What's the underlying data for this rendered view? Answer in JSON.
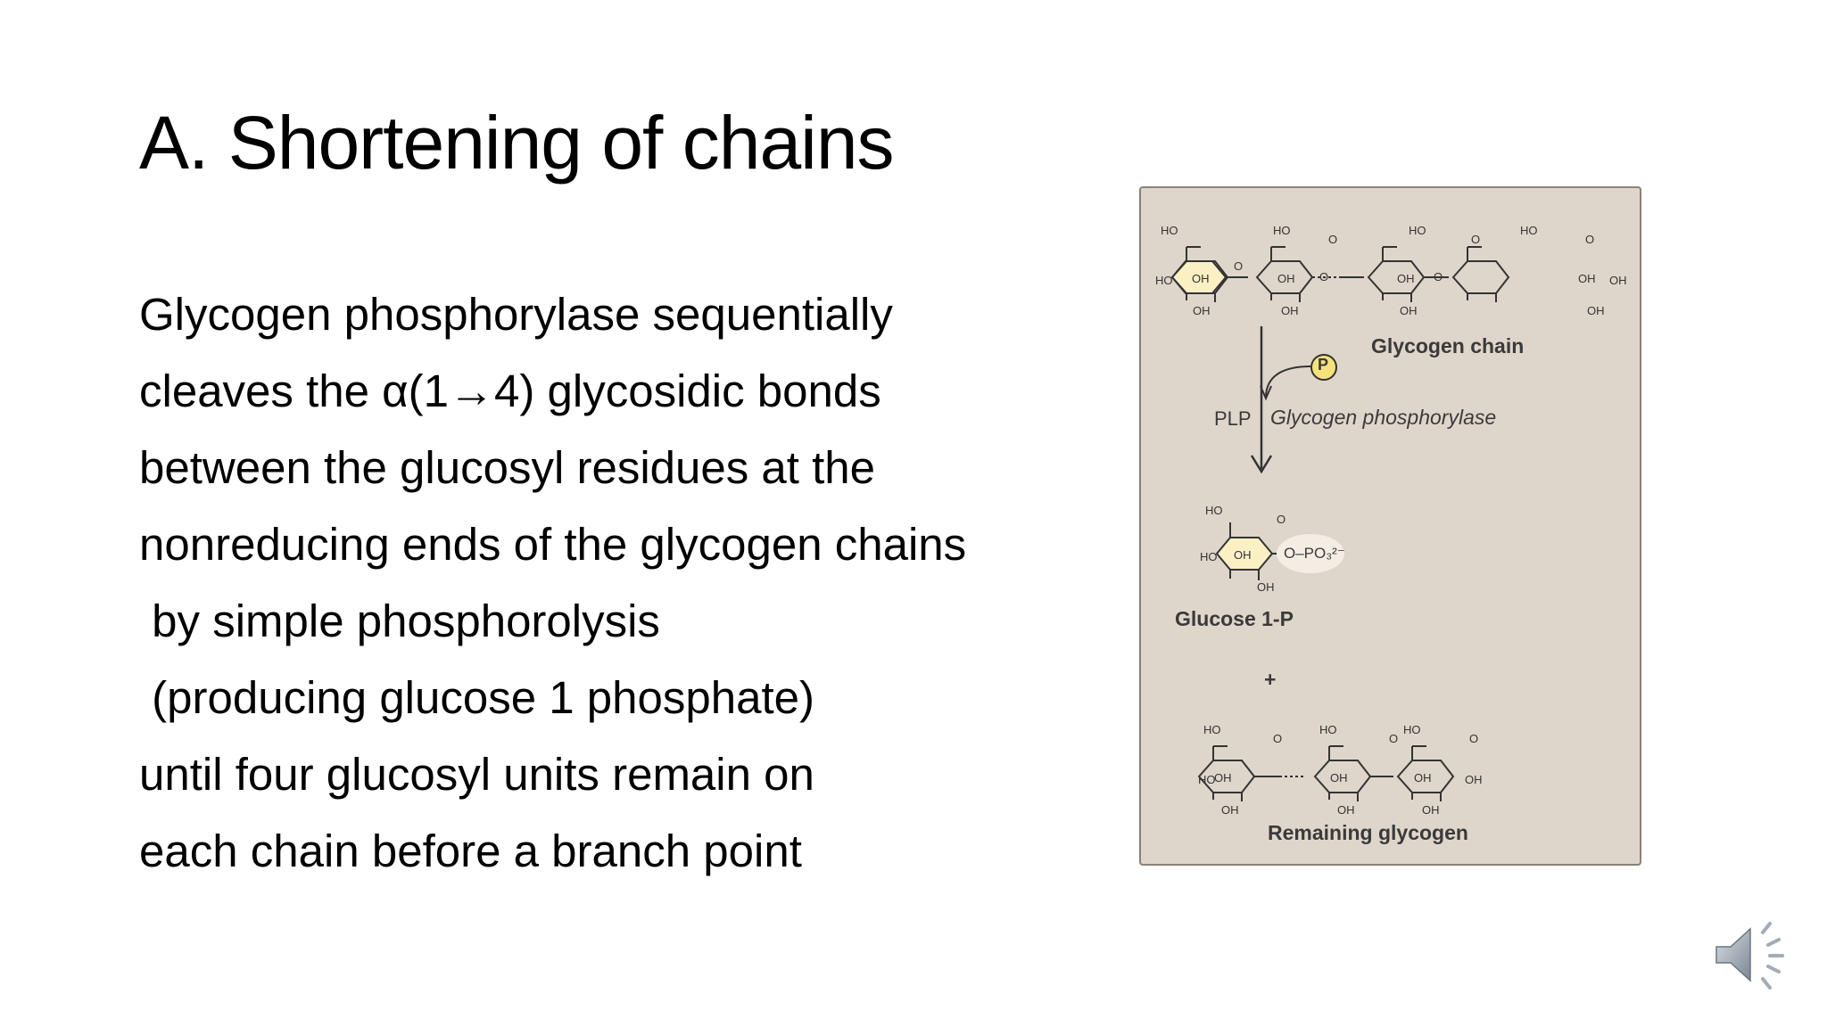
{
  "slide": {
    "title": "A. Shortening of chains",
    "body_lines": [
      "Glycogen phosphorylase sequentially",
      "cleaves the α(1→4) glycosidic bonds",
      "between the glucosyl residues at the",
      "nonreducing ends of the glycogen chains",
      " by simple phosphorolysis",
      " (producing glucose 1 phosphate)",
      "until four glucosyl units remain on",
      "each chain before a branch point"
    ]
  },
  "figure": {
    "glycogen_chain_label": "Glycogen chain",
    "phosphate_symbol": "P",
    "cofactor_label": "PLP",
    "enzyme_label": "Glycogen phosphorylase",
    "glucose1p_label": "Glucose 1-P",
    "plus_sign": "+",
    "remaining_label": "Remaining glycogen",
    "phosphate_group": "O–PO₃²⁻",
    "ring_label_oh": "OH",
    "ring_label_ho": "HO",
    "ring_label_o": "O",
    "highlight_color": "#fbf0c4",
    "background_color": "#dfd6cb"
  },
  "controls": {
    "audio_icon": "speaker-icon"
  }
}
